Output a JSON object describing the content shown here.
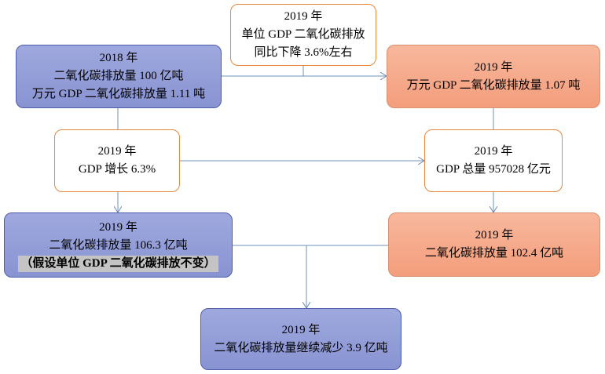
{
  "diagram": {
    "box_2018": {
      "lines": [
        "2018 年",
        "二氧化碳排放量 100 亿吨",
        "万元 GDP 二氧化碳排放量 1.11 吨"
      ]
    },
    "box_intensity_drop": {
      "lines": [
        "2019 年",
        "单位 GDP 二氧化碳排放",
        "同比下降 3.6%左右"
      ]
    },
    "box_2019_intensity": {
      "lines": [
        "2019 年",
        "万元 GDP 二氧化碳排放量 1.07 吨"
      ]
    },
    "box_gdp_growth": {
      "lines": [
        "2019 年",
        "GDP 增长 6.3%"
      ]
    },
    "box_gdp_total": {
      "lines": [
        "2019 年",
        "GDP 总量 957028 亿元"
      ]
    },
    "box_assumed_emission": {
      "lines": [
        "2019 年",
        "二氧化碳排放量 106.3 亿吨"
      ],
      "note": "（假设单位 GDP 二氧化碳排放不变）"
    },
    "box_actual_emission": {
      "lines": [
        "2019 年",
        "二氧化碳排放量 102.4 亿吨"
      ]
    },
    "box_reduction": {
      "lines": [
        "2019 年",
        "二氧化碳排放量继续减少 3.9 亿吨"
      ]
    }
  },
  "colors": {
    "blue_fill": "#8f9ad6",
    "blue_border": "#4e5da8",
    "salmon_fill": "#f5a886",
    "white_border": "#e8873f",
    "connector": "#6f8fb8"
  }
}
